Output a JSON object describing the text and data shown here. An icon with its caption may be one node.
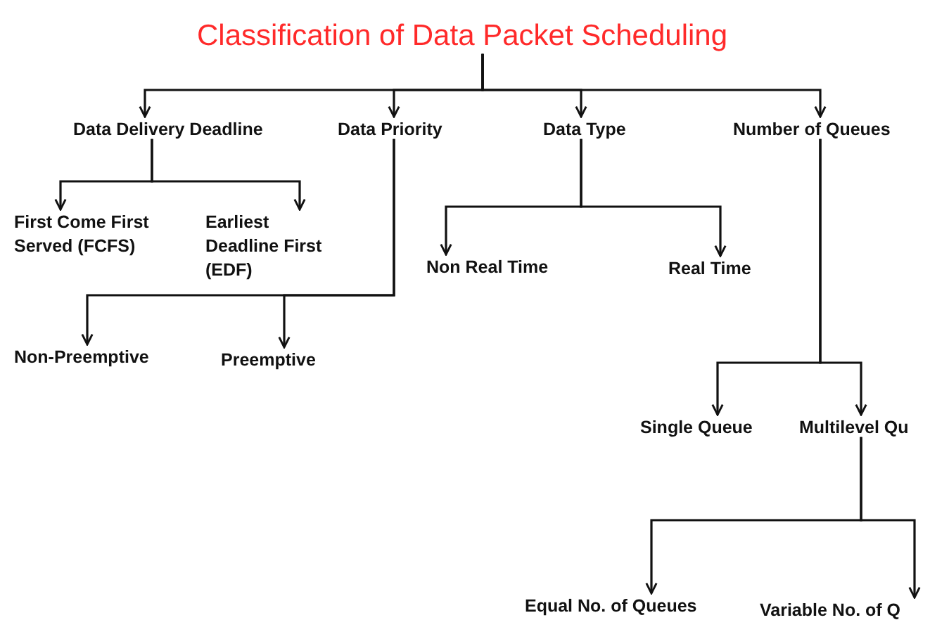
{
  "diagram": {
    "nodes": [
      {
        "text": [
          "Classification of Data Packet Scheduling"
        ]
      },
      {
        "text": [
          "Data Delivery Deadline"
        ]
      },
      {
        "text": [
          "Data Priority"
        ]
      },
      {
        "text": [
          "Data Type"
        ]
      },
      {
        "text": [
          "Number of Queues"
        ]
      },
      {
        "text": [
          "First Come First Served (FCFS)"
        ]
      },
      {
        "text": [
          "Earliest Deadline First (EDF)"
        ]
      },
      {
        "text": [
          "Non Real Time"
        ]
      },
      {
        "text": [
          "Real Time"
        ]
      },
      {
        "text": [
          "Non-Preemptive"
        ]
      },
      {
        "text": [
          "Preemptive"
        ]
      },
      {
        "text": [
          "Single Queue"
        ]
      },
      {
        "text": [
          "Multilevel Qu"
        ]
      },
      {
        "text": [
          "Equal No. of Queues"
        ]
      },
      {
        "text": [
          "Variable No. of Q"
        ]
      }
    ],
    "edges": [
      {
        "from": 0,
        "to": 1,
        "arrow": "to"
      },
      {
        "from": 0,
        "to": 2,
        "arrow": "to"
      },
      {
        "from": 0,
        "to": 3,
        "arrow": "to"
      },
      {
        "from": 0,
        "to": 4,
        "arrow": "to"
      },
      {
        "from": 1,
        "to": 5,
        "arrow": "to"
      },
      {
        "from": 1,
        "to": 6,
        "arrow": "to"
      },
      {
        "from": 3,
        "to": 7,
        "arrow": "to"
      },
      {
        "from": 3,
        "to": 8,
        "arrow": "to"
      },
      {
        "from": 2,
        "to": 9,
        "arrow": "to"
      },
      {
        "from": 2,
        "to": 10,
        "arrow": "to"
      },
      {
        "from": 4,
        "to": 11,
        "arrow": "to"
      },
      {
        "from": 4,
        "to": 12,
        "arrow": "to"
      },
      {
        "from": 12,
        "to": 13,
        "arrow": "to"
      },
      {
        "from": 12,
        "to": 14,
        "arrow": "to"
      }
    ]
  }
}
